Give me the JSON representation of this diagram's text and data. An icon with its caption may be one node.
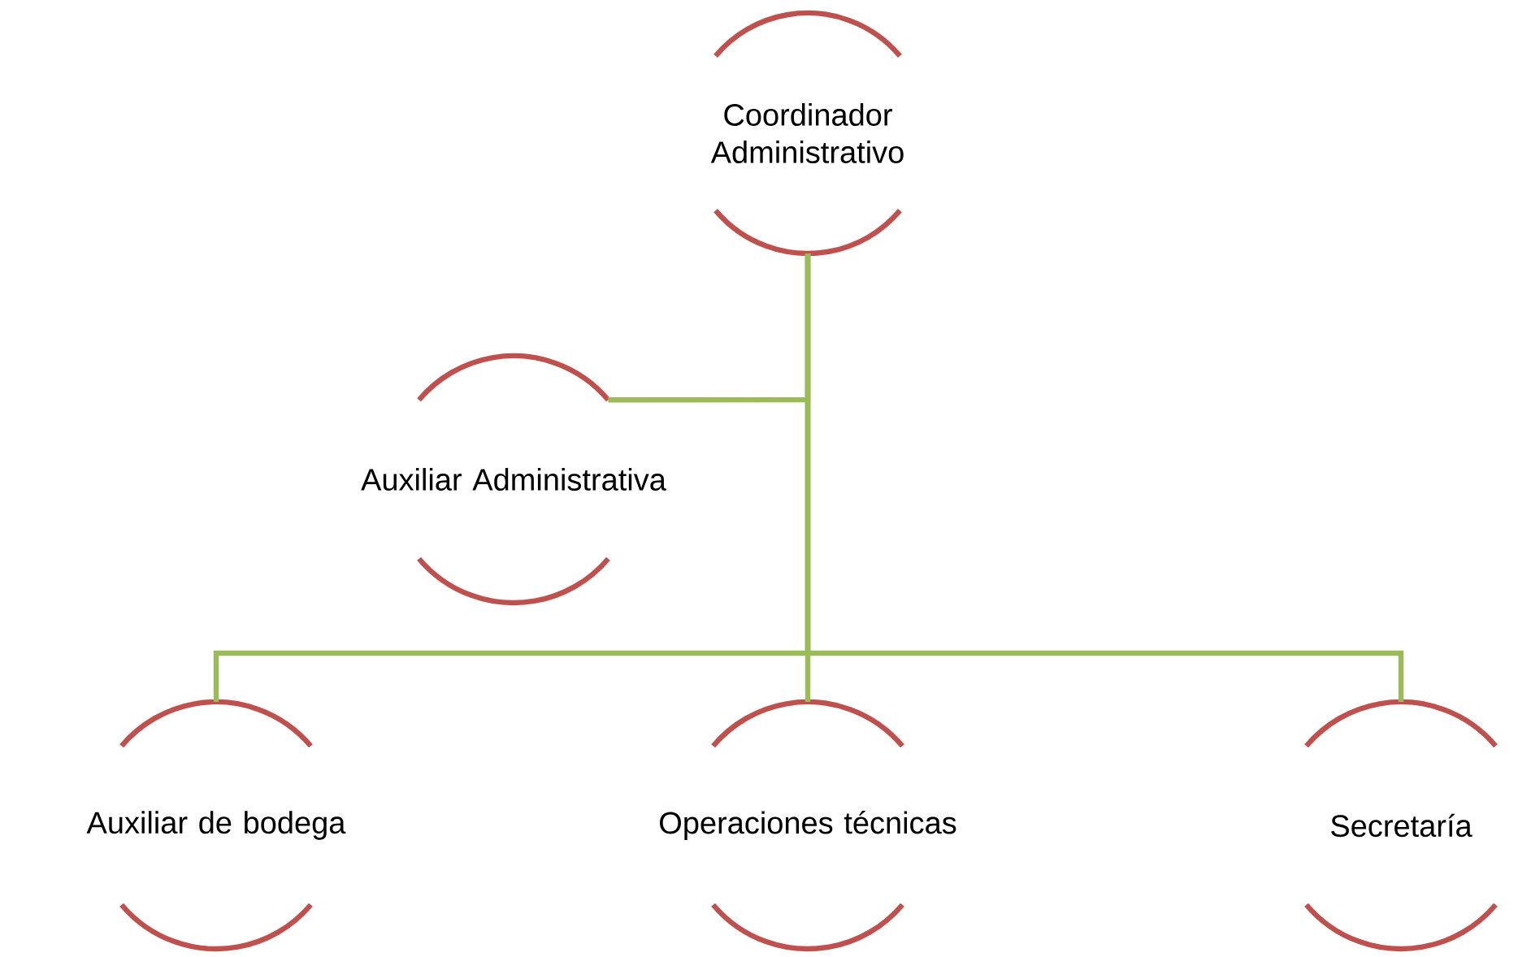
{
  "diagram": {
    "nodes": [
      {
        "text": [
          "Coordinador Administrativo"
        ]
      },
      {
        "text": [
          "Auxiliar Administrativa"
        ]
      },
      {
        "text": [
          "Auxiliar de bodega"
        ]
      },
      {
        "text": [
          "Operaciones técnicas"
        ]
      },
      {
        "text": [
          "Secretaría"
        ]
      }
    ],
    "edges": [
      {
        "from": 0,
        "to": 1,
        "arrow": "none"
      },
      {
        "from": 0,
        "to": 2,
        "arrow": "none"
      },
      {
        "from": 0,
        "to": 3,
        "arrow": "none"
      },
      {
        "from": 0,
        "to": 4,
        "arrow": "none"
      }
    ]
  }
}
